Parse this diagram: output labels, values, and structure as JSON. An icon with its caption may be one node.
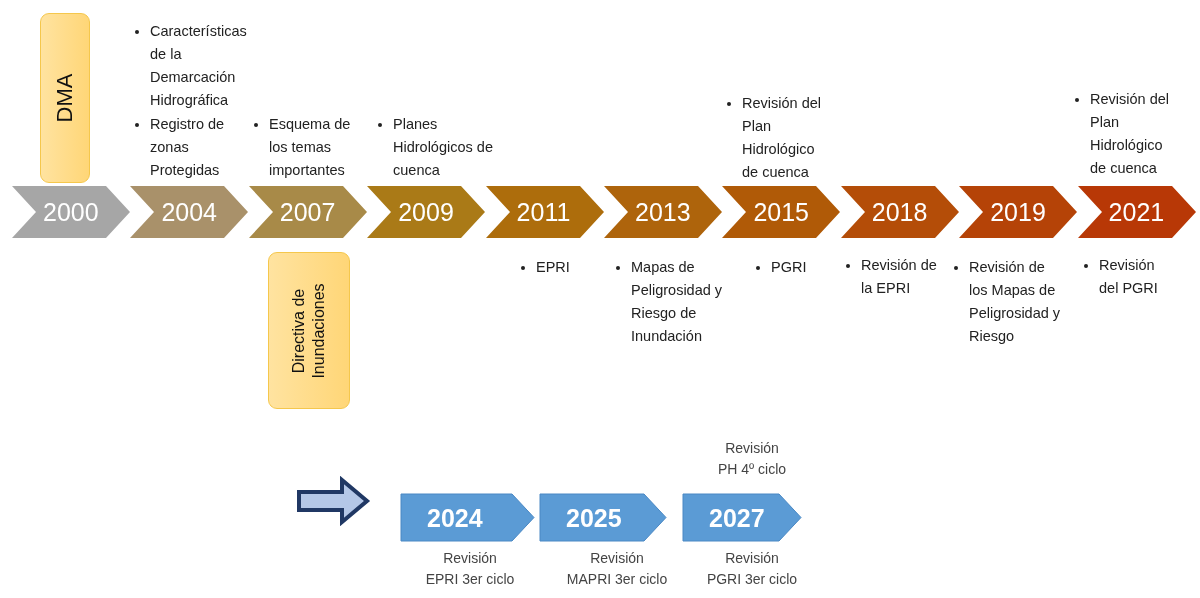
{
  "diagram": {
    "nodes": [
      {
        "text": [
          "DMA"
        ]
      },
      {
        "text": [
          "2000"
        ]
      },
      {
        "text": [
          "2004"
        ],
        "beside": [
          "Características de la Demarcación Hidrográfica",
          "Registro de zonas Protegidas"
        ]
      },
      {
        "text": [
          "2007"
        ],
        "beside": [
          "Esquema de los temas importantes"
        ]
      },
      {
        "text": [
          "2009"
        ],
        "beside": [
          "Planes Hidrológicos de cuenca"
        ]
      },
      {
        "text": [
          "2011"
        ],
        "beside": [
          "EPRI"
        ]
      },
      {
        "text": [
          "2013"
        ],
        "beside": [
          "Mapas de Peligrosidad y Riesgo de Inundación"
        ]
      },
      {
        "text": [
          "2015"
        ],
        "beside": [
          "Revisión del Plan Hidrológico de cuenca",
          "PGRI"
        ]
      },
      {
        "text": [
          "2018"
        ],
        "beside": [
          "Revisión de la EPRI"
        ]
      },
      {
        "text": [
          "2019"
        ],
        "beside": [
          "Revisión de los Mapas de Peligrosidad y Riesgo"
        ]
      },
      {
        "text": [
          "2021"
        ],
        "beside": [
          "Revisión del Plan Hidrológico de cuenca",
          "Revisión del PGRI"
        ]
      },
      {
        "text": [
          "Directiva de Inundaciones"
        ]
      },
      {
        "text": [
          "2024"
        ],
        "beside": [
          "Revisión EPRI 3er ciclo"
        ]
      },
      {
        "text": [
          "2025"
        ],
        "beside": [
          "Revisión MAPRI 3er ciclo"
        ]
      },
      {
        "text": [
          "2027"
        ],
        "beside": [
          "Revisión PH 4º ciclo",
          "Revisión PGRI 3er ciclo"
        ]
      }
    ]
  }
}
